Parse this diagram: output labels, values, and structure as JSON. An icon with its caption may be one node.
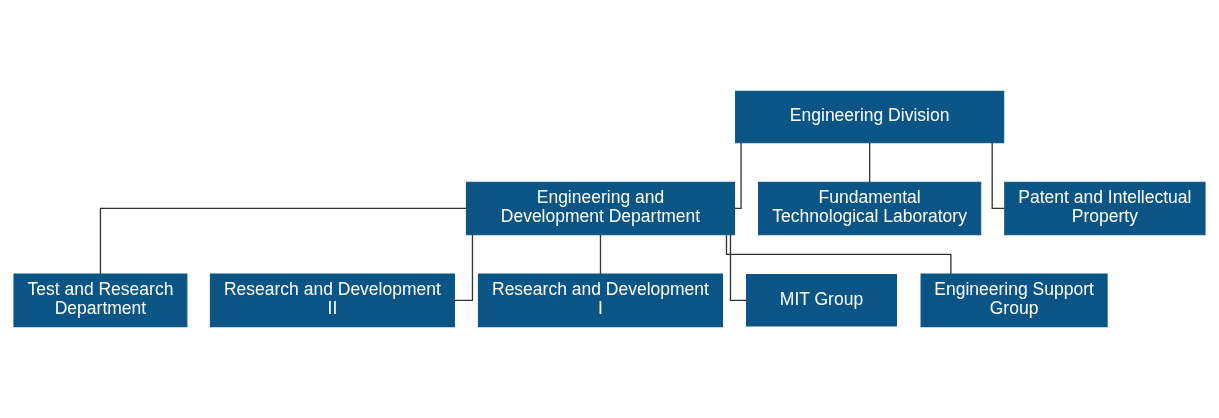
{
  "diagram": {
    "nodes": [
      {
        "text": [
          "Engineering Division"
        ]
      },
      {
        "text": [
          "Engineering and Development Department"
        ]
      },
      {
        "text": [
          "Fundamental Technological Laboratory"
        ]
      },
      {
        "text": [
          "Patent and Intellectual Property"
        ]
      },
      {
        "text": [
          "Test and Research Department"
        ]
      },
      {
        "text": [
          "Research and Development II"
        ]
      },
      {
        "text": [
          "Research and Development I"
        ]
      },
      {
        "text": [
          "MIT Group"
        ]
      },
      {
        "text": [
          "Engineering Support Group"
        ]
      }
    ],
    "edges": [
      {
        "from": 0,
        "to": 1,
        "arrow": "none"
      },
      {
        "from": 0,
        "to": 2,
        "arrow": "none"
      },
      {
        "from": 0,
        "to": 3,
        "arrow": "none"
      },
      {
        "from": 1,
        "to": 4,
        "arrow": "none"
      },
      {
        "from": 1,
        "to": 5,
        "arrow": "none"
      },
      {
        "from": 1,
        "to": 6,
        "arrow": "none"
      },
      {
        "from": 1,
        "to": 7,
        "arrow": "none"
      },
      {
        "from": 1,
        "to": 8,
        "arrow": "none"
      }
    ]
  }
}
